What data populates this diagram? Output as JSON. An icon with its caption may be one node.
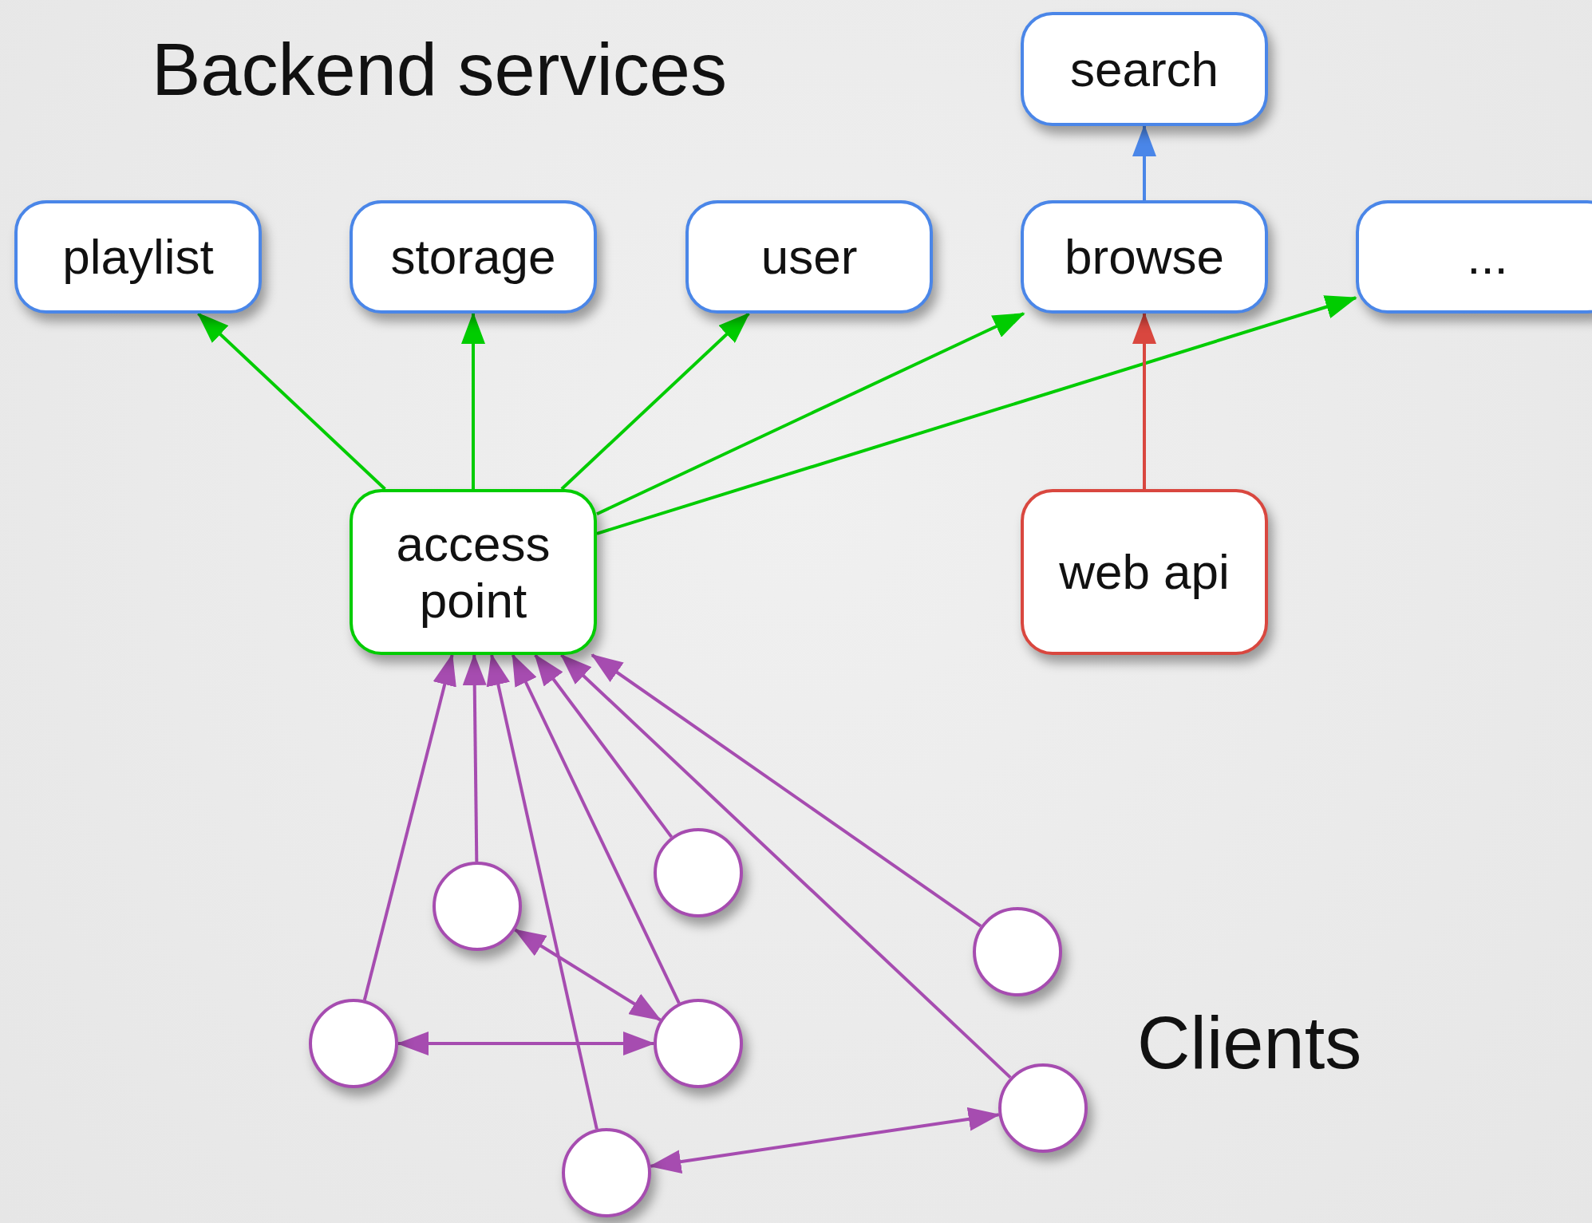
{
  "diagram": {
    "title": "Backend services",
    "nodes": [
      {
        "text": [
          "search"
        ]
      },
      {
        "text": [
          "playlist"
        ]
      },
      {
        "text": [
          "storage"
        ]
      },
      {
        "text": [
          "user"
        ]
      },
      {
        "text": [
          "browse"
        ]
      },
      {
        "text": [
          "..."
        ]
      },
      {
        "text": [
          "access point"
        ]
      },
      {
        "text": [
          "web api"
        ]
      },
      {
        "text": [],
        "shape": "circle"
      },
      {
        "text": [],
        "shape": "circle"
      },
      {
        "text": [],
        "shape": "circle"
      },
      {
        "text": [],
        "shape": "circle"
      },
      {
        "text": [],
        "shape": "circle"
      },
      {
        "text": [],
        "shape": "circle"
      },
      {
        "text": [],
        "shape": "circle"
      }
    ],
    "edges": [
      {
        "from": 4,
        "to": 0,
        "arrow": "to",
        "color": "#4a86e8"
      },
      {
        "from": 6,
        "to": 1,
        "arrow": "to",
        "color": "#00cc00"
      },
      {
        "from": 6,
        "to": 2,
        "arrow": "to",
        "color": "#00cc00"
      },
      {
        "from": 6,
        "to": 3,
        "arrow": "to",
        "color": "#00cc00"
      },
      {
        "from": 6,
        "to": 4,
        "arrow": "to",
        "color": "#00cc00"
      },
      {
        "from": 6,
        "to": 5,
        "arrow": "to",
        "color": "#00cc00"
      },
      {
        "from": 7,
        "to": 4,
        "arrow": "to",
        "color": "#d9473f"
      },
      {
        "from": 11,
        "to": 6,
        "arrow": "to"
      },
      {
        "from": 9,
        "to": 6,
        "arrow": "to"
      },
      {
        "from": 14,
        "to": 6,
        "arrow": "to"
      },
      {
        "from": 12,
        "to": 6,
        "arrow": "to"
      },
      {
        "from": 8,
        "to": 6,
        "arrow": "to"
      },
      {
        "from": 13,
        "to": 6,
        "arrow": "to"
      },
      {
        "from": 10,
        "to": 6,
        "arrow": "to"
      },
      {
        "from": 11,
        "to": 12,
        "arrow": "both"
      },
      {
        "from": 9,
        "to": 12,
        "arrow": "both"
      },
      {
        "from": 14,
        "to": 13,
        "arrow": "both"
      }
    ],
    "labels": [
      "Clients"
    ]
  }
}
